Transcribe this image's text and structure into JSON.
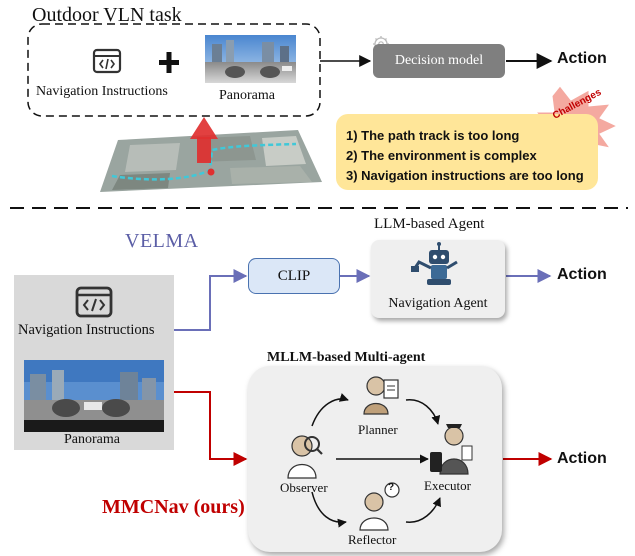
{
  "top": {
    "title": "Outdoor VLN task",
    "nav_instructions_label": "Navigation Instructions",
    "plus": "+",
    "panorama_label": "Panorama",
    "decision_model": "Decision model",
    "action": "Action",
    "challenges_label": "Challenges",
    "challenges": [
      "1) The path track is too long",
      "2) The environment is complex",
      "3) Navigation instructions are too long"
    ]
  },
  "velma": {
    "title": "VELMA",
    "clip": "CLIP",
    "llm_agent_title": "LLM-based Agent",
    "navigation_agent": "Navigation Agent",
    "action": "Action"
  },
  "inputs": {
    "nav_instructions_label": "Navigation Instructions",
    "panorama_label": "Panorama"
  },
  "mmcnav": {
    "title": "MMCNav (ours)",
    "multi_agent_title": "MLLM-based Multi-agent",
    "planner": "Planner",
    "observer": "Observer",
    "executor": "Executor",
    "reflector": "Reflector",
    "action": "Action",
    "question_mark": "?"
  },
  "colors": {
    "velma_blue": "#5b5ea6",
    "velma_line": "#6a6fb8",
    "mmcnav_red": "#c00000",
    "decision_gray": "#7f7f7f",
    "challenge_yellow": "#ffe699",
    "challenge_burst": "#f4a9a0",
    "clip_fill": "#dbe7f7",
    "clip_border": "#4a72b0",
    "arrow_up": "#e03030",
    "path_cyan": "#40c8d8"
  }
}
